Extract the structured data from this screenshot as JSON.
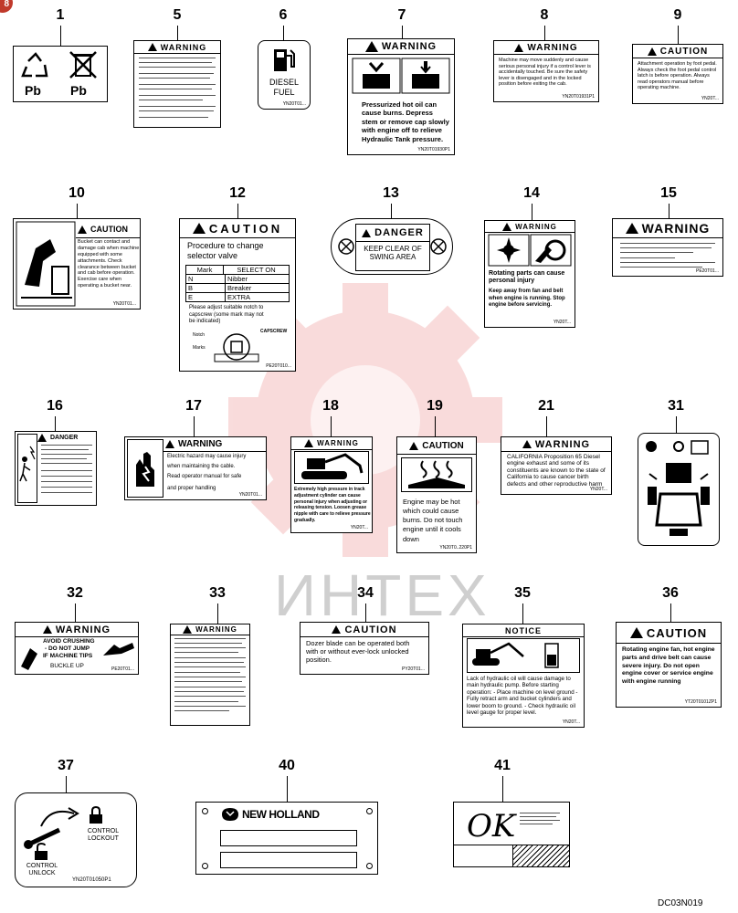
{
  "page_marker": "8",
  "footer_code": "DC03N019",
  "watermark": "ИНТЕХ",
  "items": {
    "1": {
      "num": "1",
      "left_text": "Pb",
      "right_text": "Pb"
    },
    "5": {
      "num": "5",
      "title": "WARNING"
    },
    "6": {
      "num": "6",
      "line1": "DIESEL",
      "line2": "FUEL",
      "code": "YN20T01..."
    },
    "7": {
      "num": "7",
      "title": "WARNING",
      "text": "Pressurized hot oil can cause burns. Depress stem or remove cap slowly with engine off to relieve Hydraulic Tank pressure.",
      "code": "YN20T01930P1"
    },
    "8": {
      "num": "8",
      "title": "WARNING",
      "text": "Machine may move suddenly and cause serious personal injury if a control lever is accidentally touched. Be sure the safety lever is disengaged and in the locked position before exiting the cab.",
      "code": "YN20T01931P1"
    },
    "9": {
      "num": "9",
      "title": "CAUTION",
      "text": "Attachment operation by foot pedal. Always check the foot pedal control latch is before operation. Always read operators manual before operating machine.",
      "code": "YN20T..."
    },
    "10": {
      "num": "10",
      "title": "CAUTION",
      "text": "Bucket can contact and damage cab when machine equipped with some attachments. Check clearance between bucket and cab before operation. Exercise care when operating a bucket near.",
      "code": "YN20T01..."
    },
    "12": {
      "num": "12",
      "title": "CAUTION",
      "subtitle": "Procedure to change selector valve",
      "table_head": [
        "Mark",
        "SELECT ON"
      ],
      "rows": [
        [
          "N",
          "Nibber"
        ],
        [
          "B",
          "Breaker"
        ],
        [
          "E",
          "EXTRA"
        ]
      ],
      "text": "Please adjust suitable notch to capscrew (some mark may not be indicated)",
      "label_notch": "Notch",
      "label_capscrew": "CAPSCREW",
      "label_mark": "Marks",
      "code": "PE20T010..."
    },
    "13": {
      "num": "13",
      "title": "DANGER",
      "line1": "KEEP CLEAR OF",
      "line2": "SWING AREA"
    },
    "14": {
      "num": "14",
      "title": "WARNING",
      "text1": "Rotating parts can cause personal injury",
      "text2": "Keep away from fan and belt when engine is running. Stop engine before servicing.",
      "code": "YN20T..."
    },
    "15": {
      "num": "15",
      "title": "WARNING",
      "code": "PE20T01..."
    },
    "16": {
      "num": "16",
      "title": "DANGER"
    },
    "17": {
      "num": "17",
      "title": "WARNING",
      "line1": "Electric hazard may cause injury",
      "line2": "when maintaining the cable.",
      "line3": "Read operator manual for safe",
      "line4": "and proper handling",
      "code": "YN20T01..."
    },
    "18": {
      "num": "18",
      "title": "WARNING",
      "text": "Extremely high pressure in track adjustment cylinder can cause personal injury when adjusting or releasing tension. Loosen grease nipple with care to relieve pressure gradually.",
      "code": "YN20T..."
    },
    "19": {
      "num": "19",
      "title": "CAUTION",
      "text": "Engine may be hot which could cause burns. Do not touch engine until it cools down",
      "code": "YN20T0..220P1"
    },
    "21": {
      "num": "21",
      "title": "WARNING",
      "text": "CALIFORNIA Proposition 65 Diesel engine exhaust and some of its constituents are known to the state of California to cause cancer birth defects and other reproductive harm",
      "code": "YN20T..."
    },
    "31": {
      "num": "31"
    },
    "32": {
      "num": "32",
      "title": "WARNING",
      "line1": "AVOID CRUSHING",
      "line2": "- DO NOT JUMP",
      "line3": "IF MACHINE TIPS",
      "line4": "BUCKLE UP",
      "code": "PE20T01..."
    },
    "33": {
      "num": "33",
      "title": "WARNING"
    },
    "34": {
      "num": "34",
      "title": "CAUTION",
      "text": "Dozer blade can be operated both with or without ever-lock unlocked position.",
      "code": "PY20T01..."
    },
    "35": {
      "num": "35",
      "title": "NOTICE",
      "text": "Lack of hydraulic oil will cause damage to main hydraulic pump. Before starting operation: - Place machine on level ground - Fully retract arm and bucket cylinders and lower boom to ground. - Check hydraulic oil level gauge for proper level.",
      "code": "YN20T..."
    },
    "36": {
      "num": "36",
      "title": "CAUTION",
      "text": "Rotating engine fan, hot engine parts and drive belt can cause severe injury. Do not open engine cover or service engine with engine running",
      "code": "YT20T0101ZP1"
    },
    "37": {
      "num": "37",
      "lockout": "CONTROL LOCKOUT",
      "unlock": "CONTROL UNLOCK",
      "code": "YN20T01050P1"
    },
    "40": {
      "num": "40",
      "brand": "NEW HOLLAND"
    },
    "41": {
      "num": "41",
      "mark": "OK"
    }
  },
  "colors": {
    "line": "#000000",
    "watermark": "#f3c6c6",
    "watermark_text": "#cfcfcf",
    "marker": "#c0392b"
  }
}
